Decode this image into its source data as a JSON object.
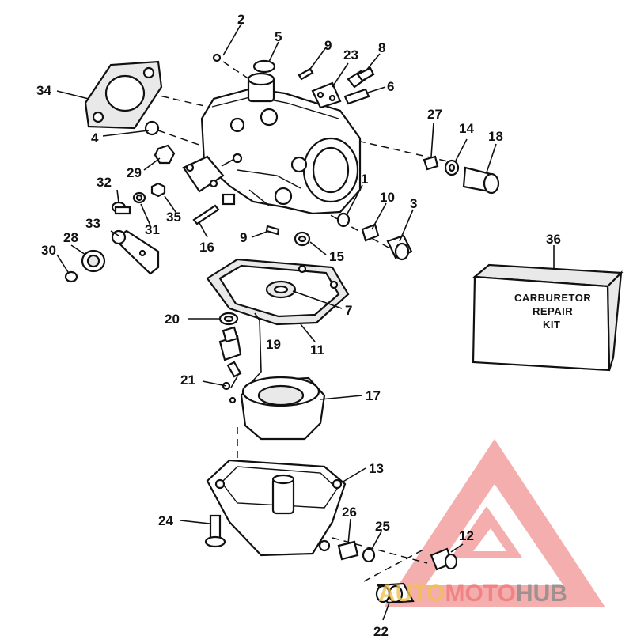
{
  "kit": {
    "line1": "CARBURETOR",
    "line2": "REPAIR",
    "line3": "KIT"
  },
  "watermark": {
    "part_a": "AUTO",
    "part_b": "MOTO",
    "part_c": "HUB",
    "color_a": "#f2c14e",
    "color_b": "#f07a7a",
    "color_c": "#8a8a8a"
  },
  "callouts": {
    "c1": "1",
    "c2": "2",
    "c3": "3",
    "c4": "4",
    "c5": "5",
    "c6": "6",
    "c7": "7",
    "c8": "8",
    "c9a": "9",
    "c9b": "9",
    "c10": "10",
    "c11": "11",
    "c12": "12",
    "c13": "13",
    "c14": "14",
    "c15": "15",
    "c16": "16",
    "c17": "17",
    "c18": "18",
    "c19": "19",
    "c20": "20",
    "c21": "21",
    "c22": "22",
    "c23": "23",
    "c24": "24",
    "c25": "25",
    "c26": "26",
    "c27": "27",
    "c28": "28",
    "c29": "29",
    "c30": "30",
    "c31": "31",
    "c32": "32",
    "c33": "33",
    "c34": "34",
    "c35": "35",
    "c36": "36"
  }
}
